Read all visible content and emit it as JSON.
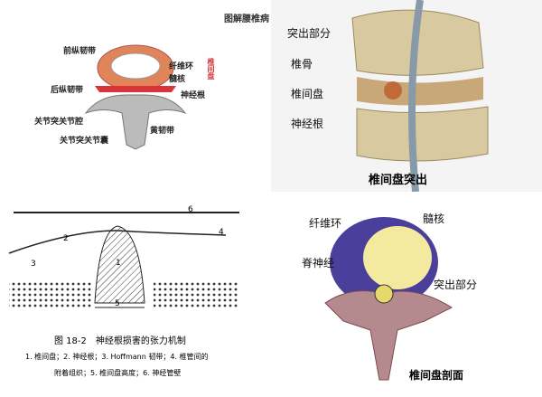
{
  "top_left": {
    "title": "图解腰椎病",
    "labels": {
      "anterior_ligament": "前纵韧带",
      "annulus": "纤维环",
      "nucleus": "髓核",
      "disc": "椎间盘",
      "posterior_ligament": "后纵韧带",
      "nerve_root": "神经根",
      "facet_cavity": "关节突关节腔",
      "ligamentum_flavum": "黄韧带",
      "facet_capsule": "关节突关节囊"
    }
  },
  "top_right": {
    "labels": {
      "protrusion": "突出部分",
      "vertebra": "椎骨",
      "disc": "椎间盘",
      "nerve_root": "神经根"
    },
    "caption": "椎间盘突出"
  },
  "bottom_left": {
    "numbers": [
      "1",
      "2",
      "3",
      "4",
      "5",
      "6"
    ],
    "caption_title": "图 18-2　神经根损害的张力机制",
    "caption_line1": "1. 椎间盘；2. 神经根；3. Hoffmann 韧带；4. 椎管间的",
    "caption_line2": "附着组织；5. 椎间盘高度；6. 神经管壁"
  },
  "bottom_right": {
    "labels": {
      "annulus": "纤维环",
      "nucleus": "髓核",
      "spinal_nerve": "脊神经",
      "protrusion": "突出部分"
    },
    "caption": "椎间盘剖面"
  },
  "colors": {
    "disc_orange": "#e0845a",
    "ligament_red": "#d8343a",
    "annulus_purple": "#4a3f9a",
    "nucleus_yellow": "#f3eaa0",
    "bone": "#d8c9a0"
  }
}
